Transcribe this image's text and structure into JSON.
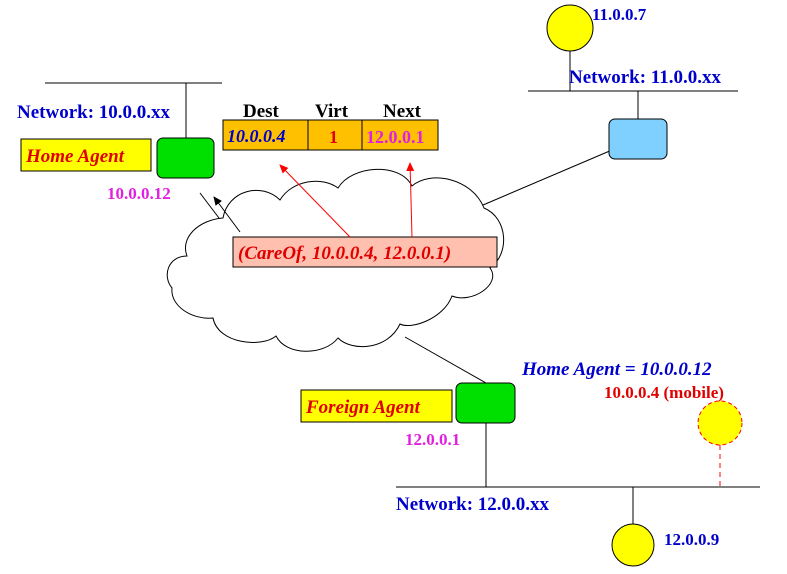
{
  "colors": {
    "network_label": "#0000cc",
    "ip_label": "#e020e0",
    "agent_label": "#e00000",
    "agent_box_fill": "#ffff00",
    "router_green": "#00e000",
    "router_blue": "#80d0ff",
    "host_yellow": "#ffff00",
    "table_fill": "#ffc000",
    "message_fill": "#ffc0b0",
    "arrow_red": "#ff0000"
  },
  "networks": {
    "home": "Network: 10.0.0.xx",
    "remote": "Network: 11.0.0.xx",
    "foreign": "Network: 12.0.0.xx"
  },
  "agents": {
    "home_agent": "Home Agent",
    "foreign_agent": "Foreign Agent"
  },
  "addresses": {
    "home_agent_ip": "10.0.0.12",
    "foreign_agent_ip": "12.0.0.1",
    "host_remote": "11.0.0.7",
    "host_foreign": "12.0.0.9"
  },
  "table": {
    "headers": [
      "Dest",
      "Virt",
      "Next"
    ],
    "row": [
      "10.0.0.4",
      "1",
      "12.0.0.1"
    ]
  },
  "message": "(CareOf, 10.0.0.4, 12.0.0.1)",
  "mobile": {
    "home_agent_note": "Home Agent = 10.0.0.12",
    "mobile_label": "10.0.0.4 (mobile)"
  }
}
